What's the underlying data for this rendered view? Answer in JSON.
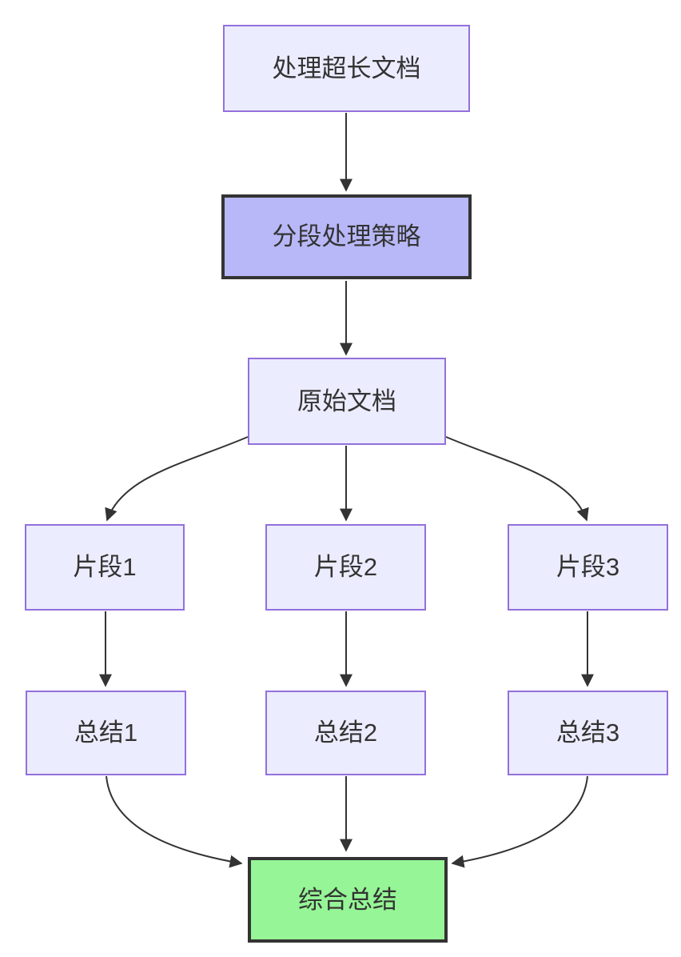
{
  "diagram": {
    "type": "flowchart",
    "direction": "top-down",
    "nodes": [
      {
        "id": "start",
        "label": "处理超长文档",
        "style": "default"
      },
      {
        "id": "strategy",
        "label": "分段处理策略",
        "style": "highlight-purple"
      },
      {
        "id": "original-doc",
        "label": "原始文档",
        "style": "default"
      },
      {
        "id": "fragment-1",
        "label": "片段1",
        "style": "default"
      },
      {
        "id": "fragment-2",
        "label": "片段2",
        "style": "default"
      },
      {
        "id": "fragment-3",
        "label": "片段3",
        "style": "default"
      },
      {
        "id": "summary-1",
        "label": "总结1",
        "style": "default"
      },
      {
        "id": "summary-2",
        "label": "总结2",
        "style": "default"
      },
      {
        "id": "summary-3",
        "label": "总结3",
        "style": "default"
      },
      {
        "id": "final-summary",
        "label": "综合总结",
        "style": "highlight-green"
      }
    ],
    "edges": [
      {
        "from": "start",
        "to": "strategy"
      },
      {
        "from": "strategy",
        "to": "original-doc"
      },
      {
        "from": "original-doc",
        "to": "fragment-1"
      },
      {
        "from": "original-doc",
        "to": "fragment-2"
      },
      {
        "from": "original-doc",
        "to": "fragment-3"
      },
      {
        "from": "fragment-1",
        "to": "summary-1"
      },
      {
        "from": "fragment-2",
        "to": "summary-2"
      },
      {
        "from": "fragment-3",
        "to": "summary-3"
      },
      {
        "from": "summary-1",
        "to": "final-summary"
      },
      {
        "from": "summary-2",
        "to": "final-summary"
      },
      {
        "from": "summary-3",
        "to": "final-summary"
      }
    ],
    "colors": {
      "background": "#ffffff",
      "node_fill": "#ececff",
      "node_border": "#9370db",
      "highlight_fill": "#b8b8f8",
      "highlight_border": "#333333",
      "green_fill": "#96f596",
      "edge_color": "#333333",
      "text_color": "#333333"
    }
  }
}
